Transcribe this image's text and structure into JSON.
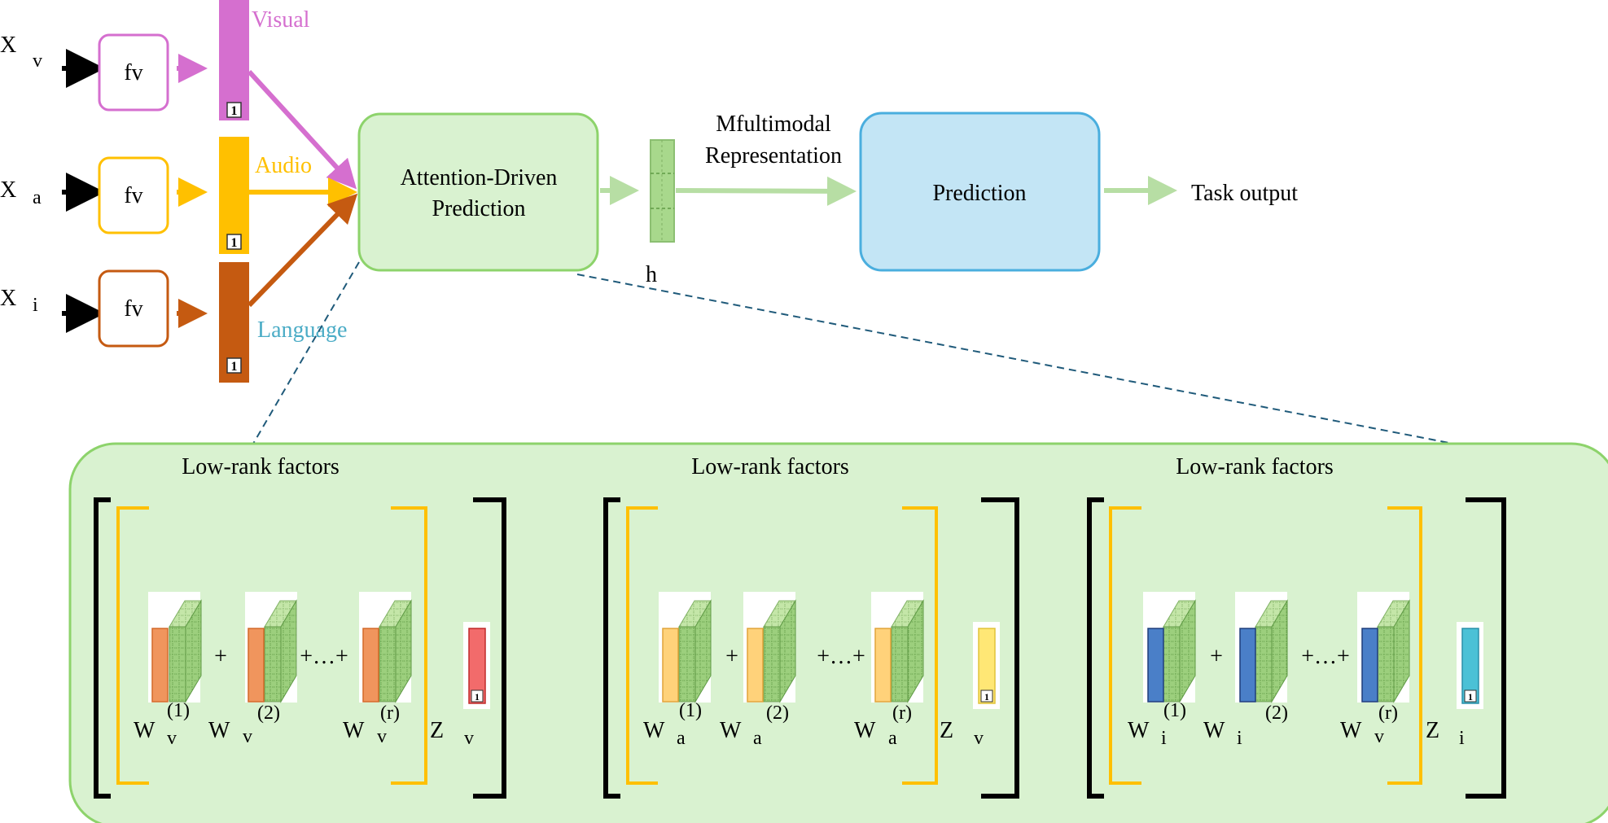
{
  "inputs": [
    {
      "var": "X",
      "sub": "v",
      "fn": "fv",
      "label": "Visual",
      "one": "1"
    },
    {
      "var": "X",
      "sub": "a",
      "fn": "fv",
      "label": "Audio",
      "one": "1"
    },
    {
      "var": "X",
      "sub": "i",
      "fn": "fv",
      "label": "Language",
      "one": "1"
    }
  ],
  "attention": {
    "line1": "Attention-Driven",
    "line2": "Prediction"
  },
  "hidden": {
    "label": "h"
  },
  "representation": {
    "line1": "Mfultimodal",
    "line2": "Representation"
  },
  "prediction": {
    "label": "Prediction"
  },
  "task_output": {
    "label": "Task output"
  },
  "lowrank": {
    "groups": [
      {
        "title": "Low-rank factors",
        "plus1": "+",
        "plus2": "+…+",
        "weights": [
          {
            "w": "W",
            "sub": "v",
            "sup": "(1)"
          },
          {
            "w": "W",
            "sub": "v",
            "sup": "(2)"
          },
          {
            "w": "W",
            "sub": "v",
            "sup": "(r)"
          }
        ],
        "z": {
          "w": "Z",
          "sub": "v"
        },
        "one": "1"
      },
      {
        "title": "Low-rank factors",
        "plus1": "+",
        "plus2": "+…+",
        "weights": [
          {
            "w": "W",
            "sub": "a",
            "sup": "(1)"
          },
          {
            "w": "W",
            "sub": "a",
            "sup": "(2)"
          },
          {
            "w": "W",
            "sub": "a",
            "sup": "(r)"
          }
        ],
        "z": {
          "w": "Z",
          "sub": "v"
        },
        "one": "1"
      },
      {
        "title": "Low-rank factors",
        "plus1": "+",
        "plus2": "+…+",
        "weights": [
          {
            "w": "W",
            "sub": "i",
            "sup": "(1)"
          },
          {
            "w": "W",
            "sub": "i",
            "sup": "(2)"
          },
          {
            "w": "W",
            "sub": "v",
            "sup": "(r)"
          }
        ],
        "z": {
          "w": "Z",
          "sub": "i"
        },
        "one": "1"
      }
    ]
  },
  "colors": {
    "visual": "#d56fcf",
    "audio": "#ffc000",
    "language": "#c55a11",
    "language_label": "#4bacc6",
    "green_fill": "#d9f2d0",
    "green_stroke": "#8dd36b",
    "blue_fill": "#c3e5f5",
    "blue_stroke": "#4aaede",
    "arrow_green": "#b7dea4",
    "dashed": "#1f5a7a"
  }
}
